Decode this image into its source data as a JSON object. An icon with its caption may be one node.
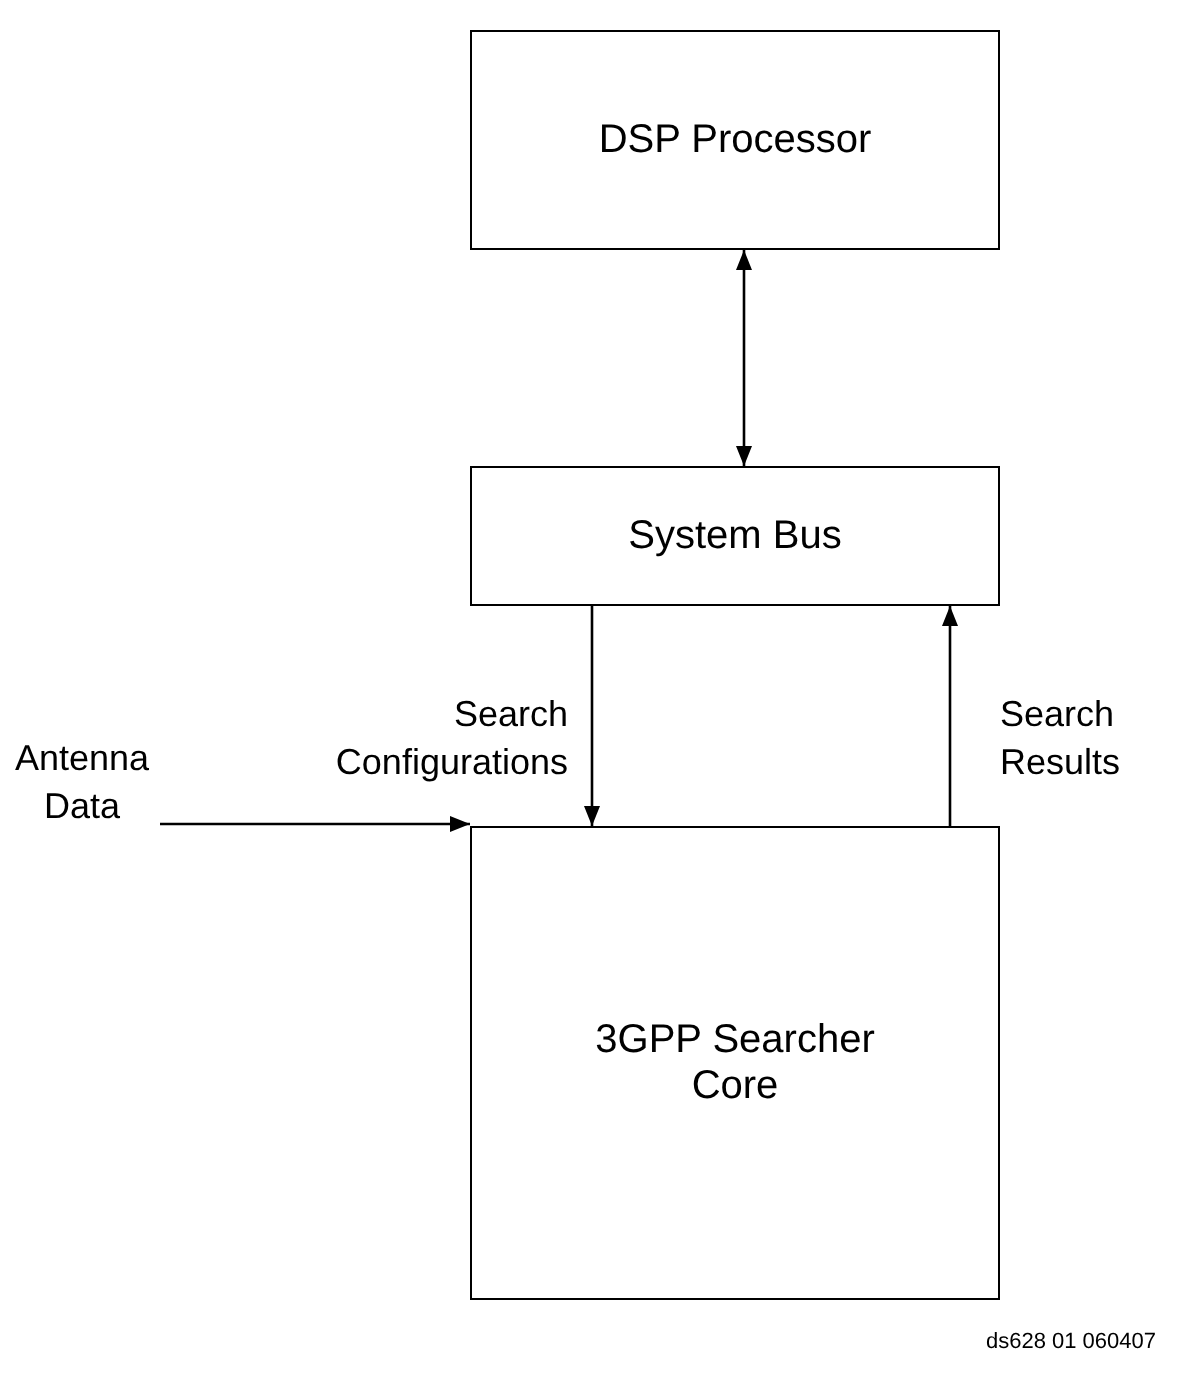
{
  "diagram": {
    "nodes": [
      {
        "text": [
          "DSP Processor"
        ]
      },
      {
        "text": [
          "System Bus"
        ]
      },
      {
        "text": [
          "3GPP Searcher Core"
        ]
      },
      {
        "text": [
          "Antenna Data"
        ]
      }
    ],
    "edges": [
      {
        "from": 0,
        "to": 1,
        "arrow": "both"
      },
      {
        "from": 1,
        "to": 2,
        "arrow": "to",
        "label": "Search Configurations"
      },
      {
        "from": 2,
        "to": 1,
        "arrow": "to",
        "label": "Search Results"
      },
      {
        "from": 3,
        "to": 2,
        "arrow": "to"
      }
    ],
    "labels": [
      "ds628 01 060407"
    ]
  }
}
